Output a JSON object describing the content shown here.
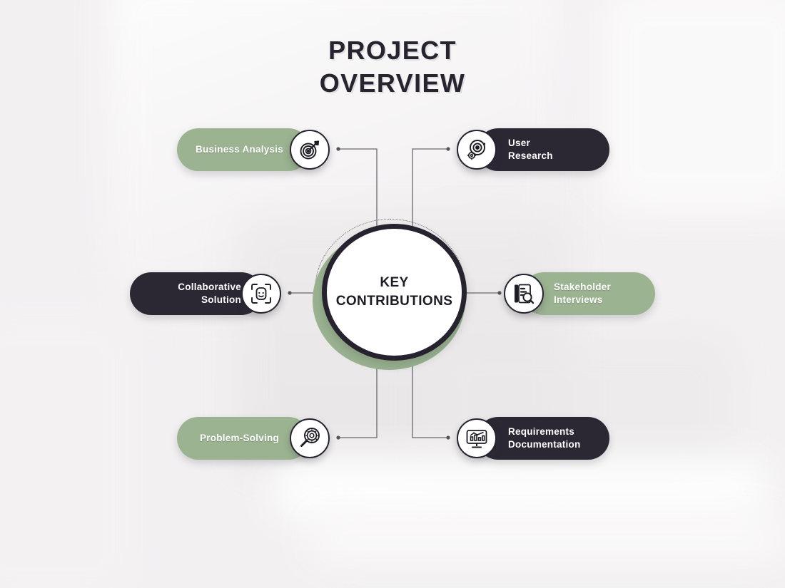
{
  "title": "PROJECT\nOVERVIEW",
  "center": {
    "label": "KEY\nCONTRIBUTIONS",
    "ring_color": "#26232e",
    "accent_color": "#9bb391",
    "fill_color": "#ffffff"
  },
  "colors": {
    "background": "#f2f0f1",
    "green": "#9bb391",
    "dark": "#2b2834",
    "text_light": "#ffffff",
    "title": "#27242f",
    "connector": "#6b6870"
  },
  "nodes": [
    {
      "id": "business-analysis",
      "label": "Business Analysis",
      "style": "green",
      "icon": "target-dart-icon",
      "position": "top-left"
    },
    {
      "id": "user-research",
      "label": "User\nResearch",
      "style": "dark",
      "icon": "target-gear-icon",
      "position": "top-right"
    },
    {
      "id": "collaborative-solution",
      "label": "Collaborative\nSolution",
      "style": "dark",
      "icon": "face-scan-icon",
      "position": "middle-left"
    },
    {
      "id": "stakeholder-interviews",
      "label": "Stakeholder\nInterviews",
      "style": "green",
      "icon": "document-search-icon",
      "position": "middle-right"
    },
    {
      "id": "problem-solving",
      "label": "Problem-Solving",
      "style": "green",
      "icon": "magnifier-gear-icon",
      "position": "bottom-left"
    },
    {
      "id": "requirements-documentation",
      "label": "Requirements\nDocumentation",
      "style": "dark",
      "icon": "monitor-chart-icon",
      "position": "bottom-right"
    }
  ]
}
